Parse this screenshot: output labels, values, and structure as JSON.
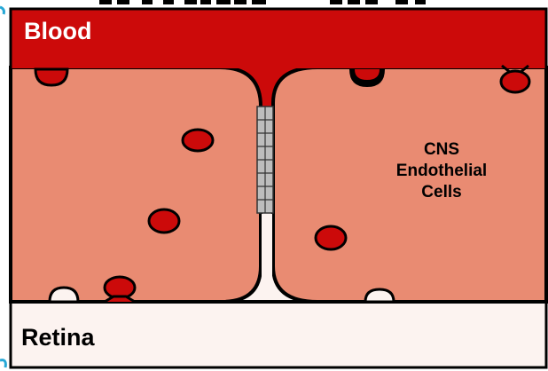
{
  "labels": {
    "blood": "Blood",
    "retina": "Retina",
    "cells_line1": "CNS",
    "cells_line2": "Endothelial",
    "cells_line3": "Cells"
  },
  "colors": {
    "blood": "#cc0a0a",
    "cell": "#e98b72",
    "retina": "#fcf3f0",
    "outline": "#000000",
    "junction": "#bdbdbd",
    "corner_accent": "#27a8d6"
  },
  "icons": {
    "junction": "tight-junction-icon",
    "vesicle": "vesicle-icon",
    "caveola": "caveola-icon"
  }
}
